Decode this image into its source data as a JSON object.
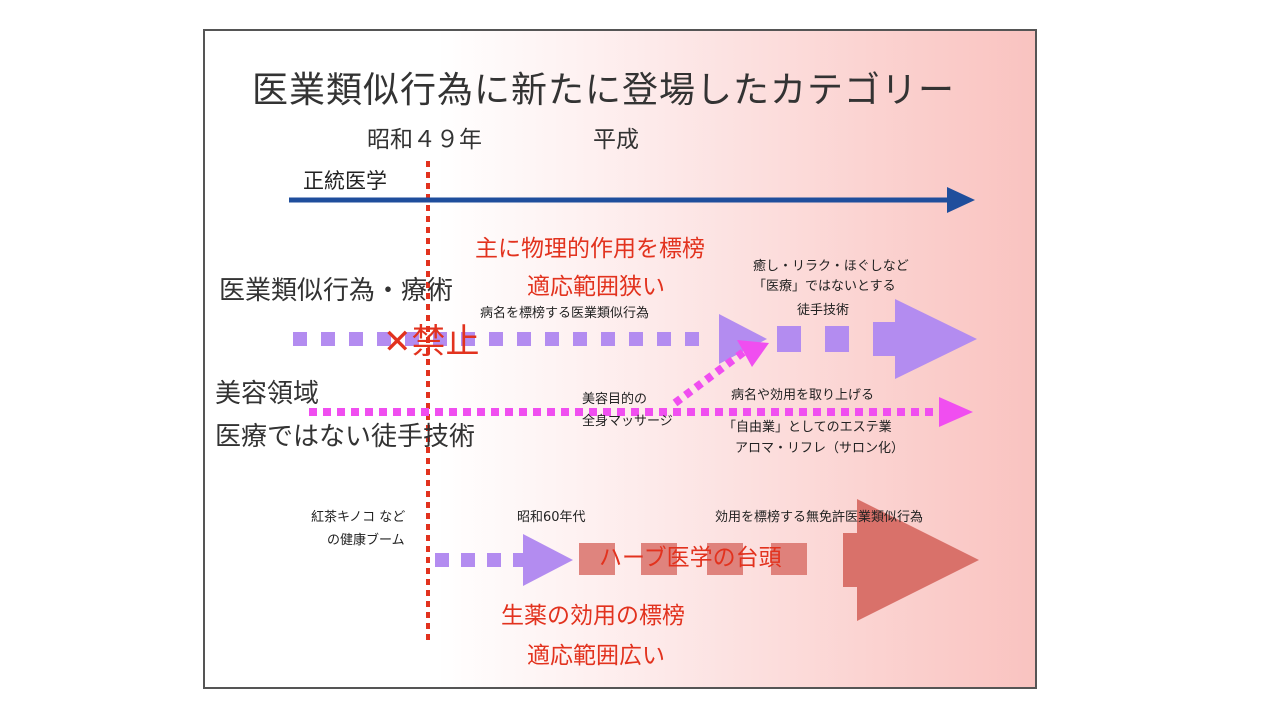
{
  "slide": {
    "title": "医業類似行為に新たに登場したカテゴリー",
    "eras": {
      "showa": "昭和４９年",
      "heisei": "平成"
    },
    "rows": {
      "seito": "正統医学",
      "iryo_ruiji": "医業類似行為・療術",
      "biyo_line1": "美容領域",
      "biyo_line2": "医療ではない徒手技術"
    },
    "red_notes": {
      "butsuri": "主に物理的作用を標榜",
      "semai": "適応範囲狭い",
      "kinshi": "✕禁止",
      "shoyaku": "生薬の効用の標榜",
      "hiroi": "適応範囲広い",
      "herb": "ハーブ医学の台頭"
    },
    "small_notes": {
      "iyashi_1": "癒し・リラク・ほぐしなど",
      "iyashi_2": "「医療」ではないとする",
      "iyashi_3": "徒手技術",
      "byomei": "病名を標榜する医業類似行為",
      "zenshin_1": "美容目的の",
      "zenshin_2": "全身マッサージ",
      "kouyou_1": "病名や効用を取り上げる",
      "kouyou_2": "「自由業」としてのエステ業",
      "kouyou_3": "アロマ・リフレ（サロン化）",
      "kocha_1": "紅茶キノコ など",
      "kocha_2": "の健康ブーム",
      "showa60": "昭和60年代",
      "mumen": "効用を標榜する無免許医業類似行為"
    },
    "colors": {
      "seito_arrow": "#1f4e9c",
      "era_divider": "#e2321e",
      "lavender": "#b38cf0",
      "magenta": "#f04ef0",
      "salmon": "#d9716a",
      "red_text": "#e2321e"
    }
  }
}
